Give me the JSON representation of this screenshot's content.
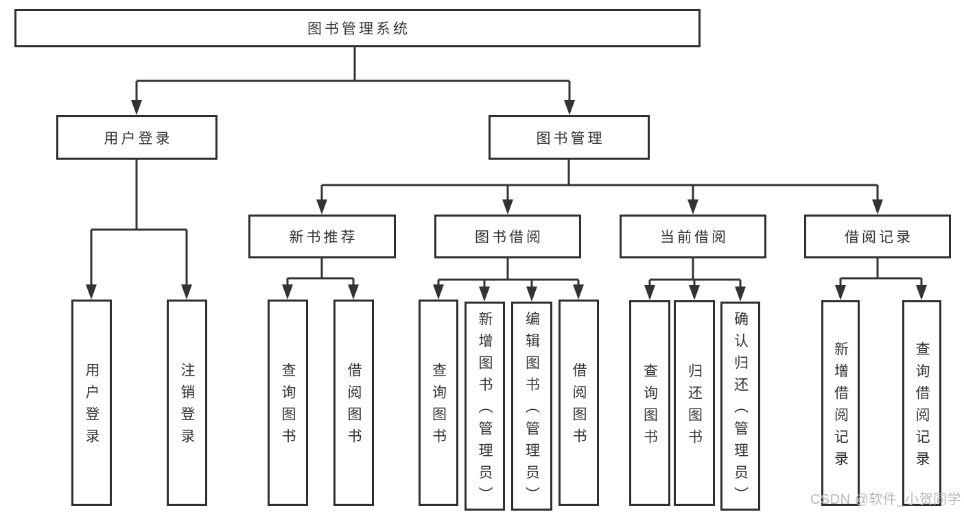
{
  "diagram": {
    "root": {
      "label": "图书管理系统"
    },
    "branches": [
      {
        "label": "用户登录",
        "children": [
          {
            "label": "用户登录"
          },
          {
            "label": "注销登录"
          }
        ]
      },
      {
        "label": "图书管理",
        "children": [
          {
            "label": "新书推荐",
            "children": [
              {
                "label": "查询图书"
              },
              {
                "label": "借阅图书"
              }
            ]
          },
          {
            "label": "图书借阅",
            "children": [
              {
                "label": "查询图书"
              },
              {
                "label": "新增图书（管理员）"
              },
              {
                "label": "编辑图书（管理员）"
              },
              {
                "label": "借阅图书"
              }
            ]
          },
          {
            "label": "当前借阅",
            "children": [
              {
                "label": "查询图书"
              },
              {
                "label": "归还图书"
              },
              {
                "label": "确认归还（管理员）"
              }
            ]
          },
          {
            "label": "借阅记录",
            "children": [
              {
                "label": "新增借阅记录"
              },
              {
                "label": "查询借阅记录"
              }
            ]
          }
        ]
      }
    ]
  },
  "watermark": {
    "text": "CSDN @软件_小贺同学"
  },
  "colors": {
    "line": "#333333",
    "box_border": "#2f2f2f",
    "box_fill": "#ffffff",
    "text": "#333333",
    "watermark": "#b9b9b9",
    "background": "#ffffff"
  }
}
